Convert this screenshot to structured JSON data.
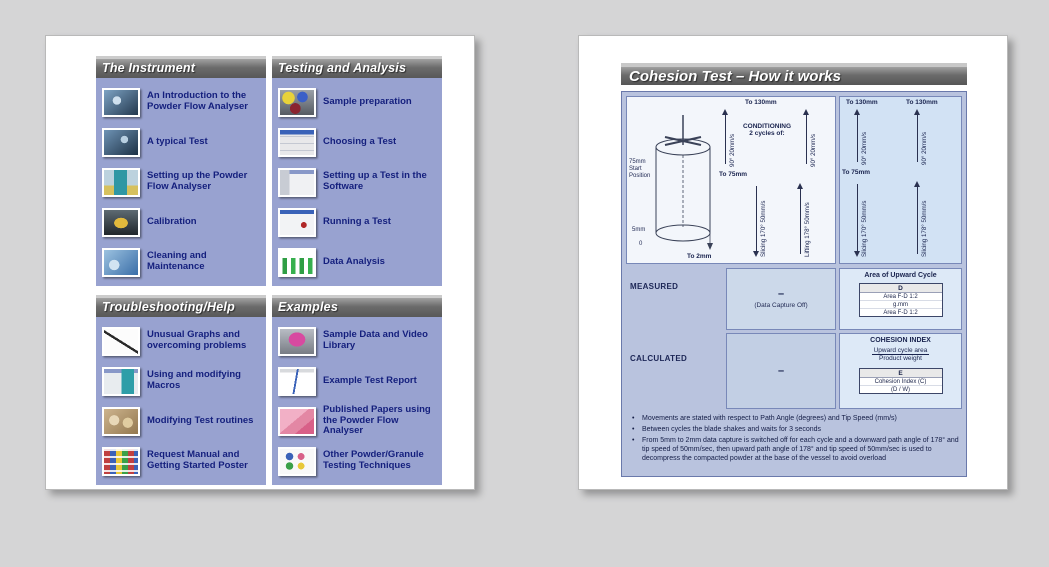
{
  "left_page": {
    "sections": [
      {
        "title": "The Instrument",
        "items": [
          {
            "label": "An Introduction to the Powder Flow Analyser",
            "icon": "intro-photo-icon"
          },
          {
            "label": "A typical Test",
            "icon": "typical-test-photo-icon"
          },
          {
            "label": "Setting up the Powder Flow Analyser",
            "icon": "setup-photo-icon"
          },
          {
            "label": "Calibration",
            "icon": "calibration-photo-icon"
          },
          {
            "label": "Cleaning and Maintenance",
            "icon": "cleaning-photo-icon"
          }
        ]
      },
      {
        "title": "Testing and Analysis",
        "items": [
          {
            "label": "Sample preparation",
            "icon": "sample-preparation-photo-icon"
          },
          {
            "label": "Choosing a Test",
            "icon": "choosing-test-screenshot-icon"
          },
          {
            "label": "Setting up a Test in the Software",
            "icon": "software-setup-screenshot-icon"
          },
          {
            "label": "Running a Test",
            "icon": "running-test-screenshot-icon"
          },
          {
            "label": "Data Analysis",
            "icon": "data-analysis-chart-icon"
          }
        ]
      },
      {
        "title": "Troubleshooting/Help",
        "items": [
          {
            "label": "Unusual Graphs and overcoming problems",
            "icon": "unusual-graphs-icon"
          },
          {
            "label": "Using and modifying Macros",
            "icon": "macros-screenshot-icon"
          },
          {
            "label": "Modifying Test routines",
            "icon": "test-routines-photo-icon"
          },
          {
            "label": "Request Manual and Getting Started Poster",
            "icon": "manual-poster-icon"
          }
        ]
      },
      {
        "title": "Examples",
        "items": [
          {
            "label": "Sample Data and Video Library",
            "icon": "video-library-photo-icon"
          },
          {
            "label": "Example Test Report",
            "icon": "test-report-icon"
          },
          {
            "label": "Published Papers using the Powder Flow Analyser",
            "icon": "published-papers-icon"
          },
          {
            "label": "Other Powder/Granule Testing Techniques",
            "icon": "other-techniques-icon"
          }
        ]
      }
    ]
  },
  "right_page": {
    "title": "Cohesion Test – How it works",
    "diagram": {
      "to_130mm": "To 130mm",
      "to_75mm": "To 75mm",
      "to_2mm": "To 2mm",
      "start_position": "75mm Start Position",
      "five_mm": "5mm",
      "zero": "0",
      "conditioning_line1": "CONDITIONING",
      "conditioning_line2": "2 cycles of:",
      "move_up_90": "90°  20mm/s",
      "move_slicing_170": "Slicing 170°  50mm/s",
      "move_lifting_178": "Lifting 178°  50mm/s",
      "move_slicing_178": "Slicing 178°  50mm/s"
    },
    "rows": {
      "measured": {
        "label": "MEASURED",
        "dash": "–",
        "sub": "(Data Capture Off)",
        "right_title": "Area of Upward Cycle",
        "box_head": "D",
        "box_line1": "Area F-D 1:2",
        "box_line2": "g.mm",
        "box_line3": "Area F-D 1:2"
      },
      "calculated": {
        "label": "CALCULATED",
        "dash": "–",
        "title": "COHESION INDEX",
        "frac_num": "Upward cycle area",
        "frac_den": "Product weight",
        "box_head": "E",
        "box_line1": "Cohesion Index (C)",
        "box_line2": "(D / W)"
      }
    },
    "notes": [
      "Movements are stated with respect to Path Angle (degrees) and Tip Speed (mm/s)",
      "Between cycles the blade shakes and waits for 3 seconds",
      "From 5mm to 2mm data capture is switched off for each cycle and a downward path angle of 178° and tip speed of 50mm/sec, then upward path angle of 178° and tip speed of 50mm/sec is used to decompress the compacted powder at the base of the vessel to avoid overload"
    ]
  },
  "colors": {
    "page_background": "#d5d5d6",
    "section_list_background": "#98a2d0",
    "link_text": "#141f7d",
    "header_gradient_dark": "#585858",
    "diagram_background": "#b9c3de"
  }
}
